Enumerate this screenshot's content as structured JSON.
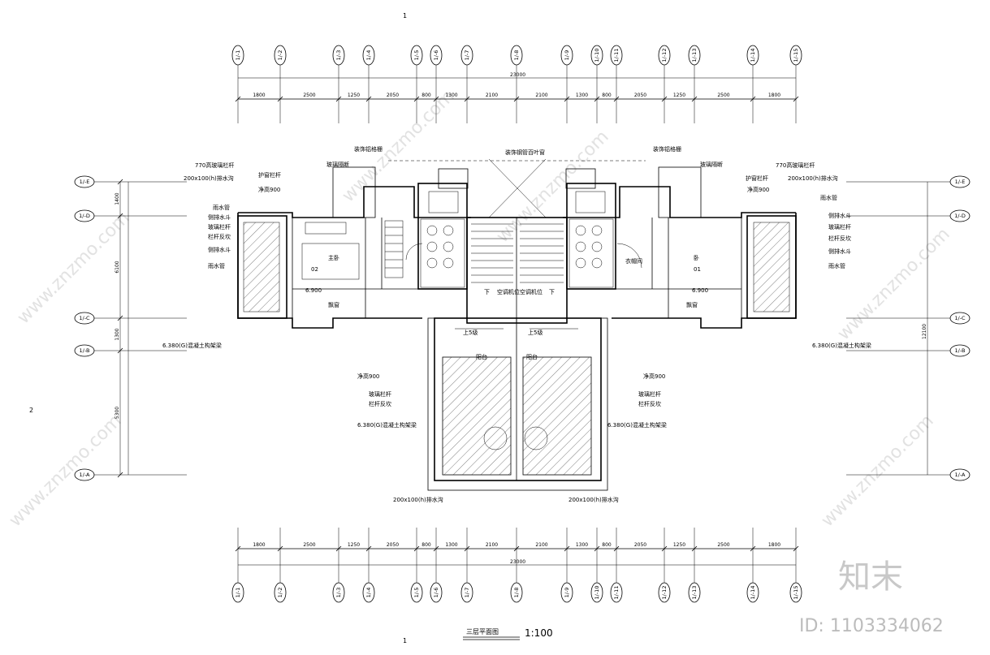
{
  "sheet": {
    "section_mark_top": "1",
    "section_mark_bottom": "1",
    "section_mark_left": "2",
    "title": "三层平面图",
    "scale": "1:100"
  },
  "axes_top": [
    "1/-1",
    "1/-2",
    "1/-3",
    "1/-4",
    "1/-5",
    "1/-6",
    "1/-7",
    "1/-8",
    "1/-9",
    "1/-10",
    "1/-11",
    "1/-12",
    "1/-13",
    "1/-14",
    "1/-15"
  ],
  "axes_left": [
    "1/-E",
    "1/-D",
    "1/-C",
    "1/-B",
    "1/-A"
  ],
  "dims_top": [
    "1800",
    "2500",
    "1250",
    "2050",
    "800",
    "1300",
    "2100",
    "2100",
    "1300",
    "800",
    "2050",
    "1250",
    "2500",
    "1800"
  ],
  "dims_bottom": [
    "1800",
    "2500",
    "1250",
    "2050",
    "800",
    "1300",
    "2100",
    "2100",
    "1300",
    "800",
    "2050",
    "1250",
    "2500",
    "1800"
  ],
  "dim_total_top": "23000",
  "dim_total_bottom": "23000",
  "dims_side": [
    "1400",
    "6100",
    "1300",
    "5300"
  ],
  "dim_side_total": "12100",
  "labels": {
    "fence_left": "770高玻璃栏杆",
    "fence_right": "770高玻璃栏杆",
    "gutter_left": "200x100(h)排水沟",
    "gutter_right": "200x100(h)排水沟",
    "guard_left": "护窗栏杆",
    "guard_right": "护窗栏杆",
    "sill_left": "净高900",
    "sill_right": "净高900",
    "sill_left_low": "净高900",
    "sill_right_low": "净高900",
    "rain_pipe_1": "雨水管",
    "rain_pipe_2": "雨水管",
    "rain_pipe_3": "雨水管",
    "rain_pipe_4": "雨水管",
    "side_drain_1": "侧排水斗",
    "side_drain_2": "侧排水斗",
    "side_drain_3": "侧排水斗",
    "side_drain_4": "侧排水斗",
    "glass_rail_1": "玻璃栏杆",
    "glass_rail_2": "玻璃栏杆",
    "glass_rail_3": "玻璃栏杆",
    "glass_rail_4": "玻璃栏杆",
    "rail_back_1": "栏杆反坎",
    "rail_back_2": "栏杆反坎",
    "rail_back_3": "栏杆反坎",
    "rail_back_4": "栏杆反坎",
    "slab_left": "6.380(G)混凝土构架梁",
    "slab_right": "6.380(G)混凝土构架梁",
    "slab_mid_left": "6.380(G)混凝土构架梁",
    "slab_mid_right": "6.380(G)混凝土构架梁",
    "bottom_gutter_left": "200x100(h)排水沟",
    "bottom_gutter_right": "200x100(h)排水沟",
    "grille_top": "装饰钢管百叶窗",
    "decor_left": "装饰铝格栅",
    "decor_right": "装饰铝格栅",
    "wall_left": "玻璃隔断",
    "wall_right": "玻璃隔断",
    "room_left": "主卧",
    "room_right": "卧",
    "room_left_code": "02",
    "room_right_code": "01",
    "elev_left": "6.900",
    "elev_right": "6.900",
    "stair_a": "上5级",
    "stair_b": "上5级",
    "window_left": "飘窗",
    "window_right": "飘窗",
    "down_left": "下",
    "down_right": "下",
    "air_left": "空调机位",
    "air_right": "空调机位",
    "closet": "衣帽间",
    "bay_left": "阳台",
    "bay_right": "阳台"
  },
  "watermarks": {
    "brand_cn": "知末",
    "id": "ID: 1103334062",
    "site": "www.znzmo.com"
  }
}
